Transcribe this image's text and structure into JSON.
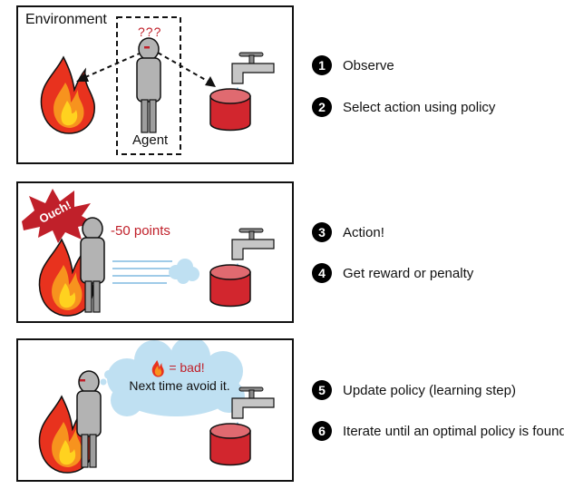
{
  "panel1": {
    "environment_label": "Environment",
    "agent_label": "Agent",
    "question_marks": "???"
  },
  "panel2": {
    "ouch_label": "Ouch!",
    "points_label": "-50 points"
  },
  "panel3": {
    "thought_bad": "= bad!",
    "thought_next": "Next time avoid it."
  },
  "steps": [
    {
      "number": "1",
      "label": "Observe"
    },
    {
      "number": "2",
      "label": "Select action using policy"
    },
    {
      "number": "3",
      "label": "Action!"
    },
    {
      "number": "4",
      "label": "Get reward or penalty"
    },
    {
      "number": "5",
      "label": "Update policy (learning step)"
    },
    {
      "number": "6",
      "label": "Iterate until an optimal policy is found"
    }
  ],
  "colors": {
    "accent_red": "#c0202a",
    "fire_red": "#e8321e",
    "fire_orange": "#f7931e",
    "fire_yellow": "#ffd21f",
    "cloud": "#bfe0f2",
    "bucket": "#d2262e",
    "robot_gray": "#b3b3b3"
  }
}
